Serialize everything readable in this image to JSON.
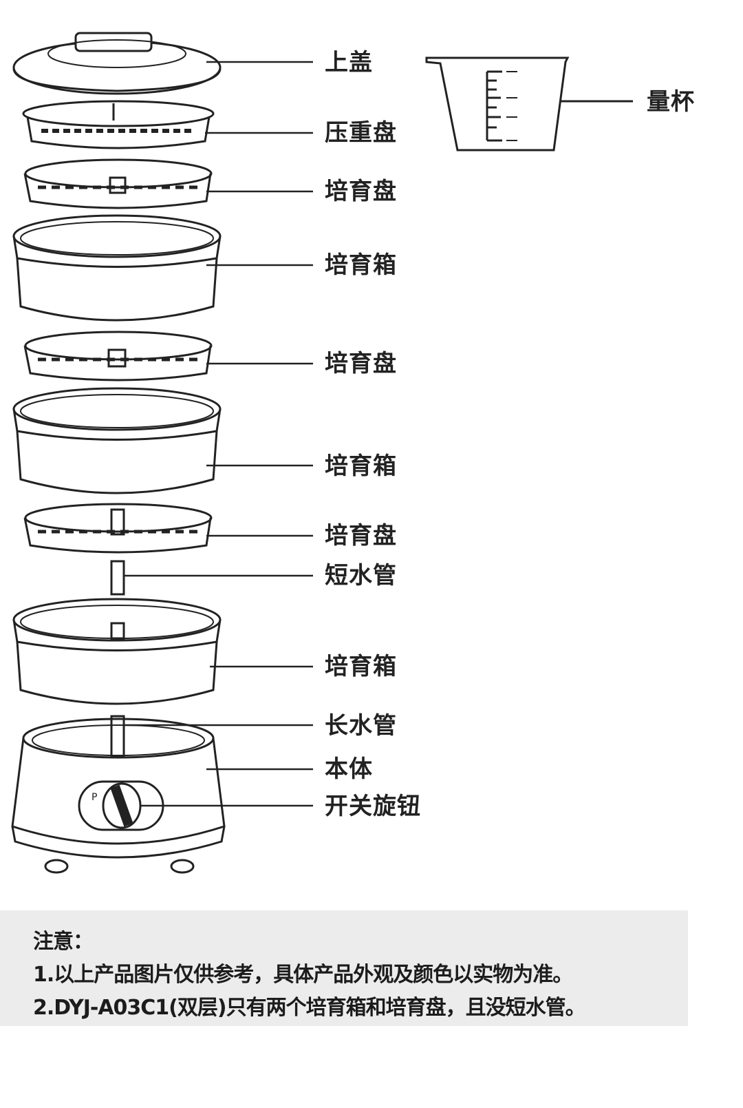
{
  "labels": {
    "lid": "上盖",
    "weight_tray": "压重盘",
    "tray1": "培育盘",
    "box1": "培育箱",
    "tray2": "培育盘",
    "box2": "培育箱",
    "tray3": "培育盘",
    "short_pipe": "短水管",
    "box3": "培育箱",
    "long_pipe": "长水管",
    "body": "本体",
    "knob": "开关旋钮",
    "measuring_cup": "量杯"
  },
  "note": {
    "title": "注意：",
    "line1": "1.以上产品图片仅供参考，具体产品外观及颜色以实物为准。",
    "line2": "2.DYJ-A03C1(双层)只有两个培育箱和培育盘，且没短水管。"
  },
  "colors": {
    "line": "#222222",
    "note_bg": "#ececec"
  }
}
